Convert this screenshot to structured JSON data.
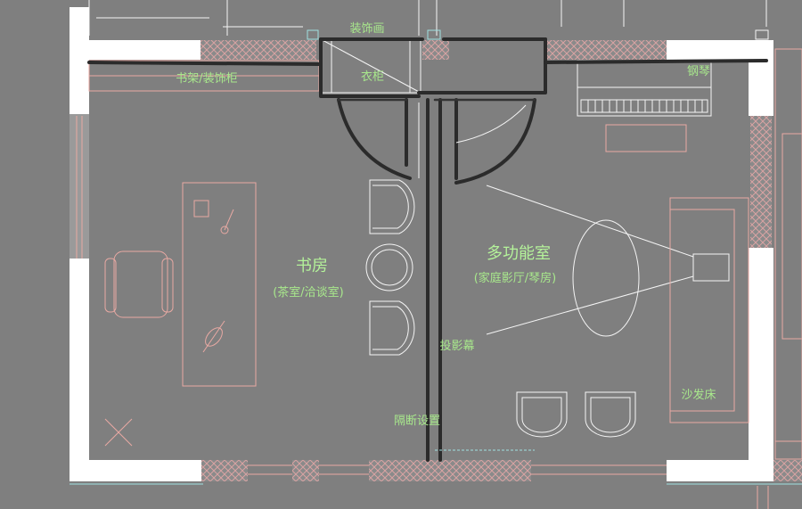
{
  "labels": {
    "decor_painting": "装饰画",
    "bookshelf_cabinet": "书架/装饰柜",
    "wardrobe": "衣柜",
    "piano": "钢琴",
    "study": "书房",
    "study_sub": "(茶室/洽谈室)",
    "multi_room": "多功能室",
    "multi_room_sub": "(家庭影厅/琴房)",
    "projection_screen": "投影幕",
    "partition": "隔断设置",
    "sofa_bed": "沙发床"
  },
  "colors": {
    "background": "#7f7f7f",
    "wall_fill": "#ffffff",
    "hatch": "#d9a3a3",
    "label": "#a8e88c",
    "sketch": "#2b2b2b",
    "furniture_line": "#e8a9a3"
  }
}
